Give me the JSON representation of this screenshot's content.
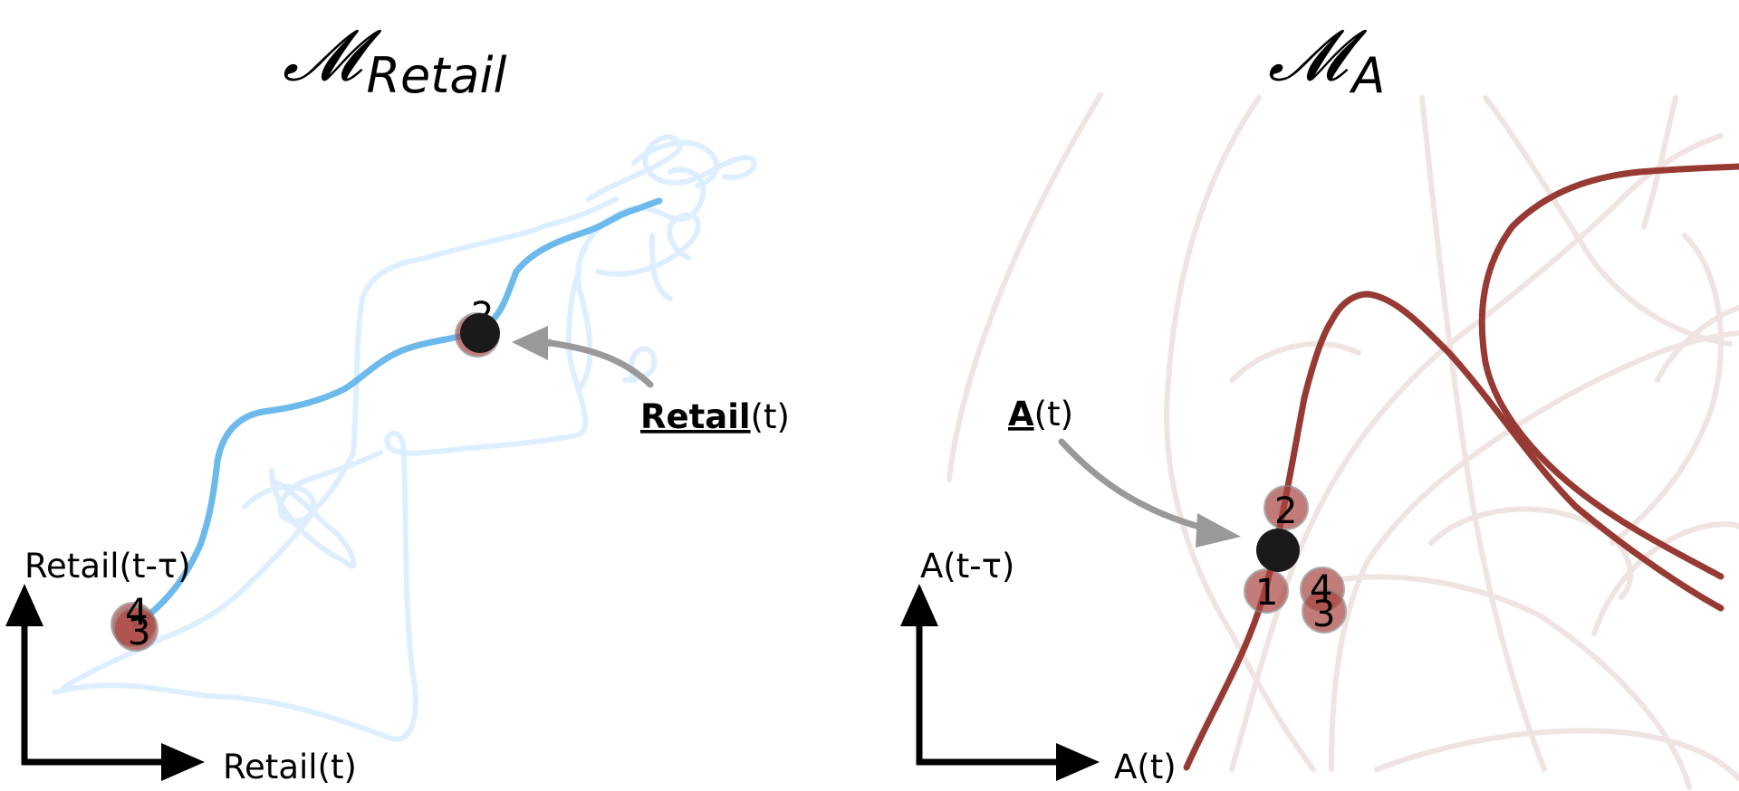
{
  "left_panel": {
    "title_symbol": "𝓜",
    "title_subscript": "Retail",
    "y_axis_label": "Retail(t-τ)",
    "x_axis_label": "Retail(t)",
    "annotation_bold": "Retail",
    "annotation_rest": "(t)",
    "points": [
      "4",
      "3",
      "2"
    ],
    "trajectory_color": "#6cb9ec",
    "ghost_color": "#dcefff",
    "point_color": "#a8443f"
  },
  "right_panel": {
    "title_symbol": "𝓜",
    "title_subscript": "A",
    "y_axis_label": "A(t-τ)",
    "x_axis_label": "A(t)",
    "annotation_bold": "A",
    "annotation_rest": "(t)",
    "points": [
      "2",
      "1",
      "4",
      "3"
    ],
    "trajectory_color": "#973a33",
    "ghost_color": "#efe4e2",
    "point_color": "#a8443f"
  },
  "colors": {
    "current_point": "#1a1a1a",
    "arrow_gray": "#999999",
    "axis": "#000000"
  }
}
